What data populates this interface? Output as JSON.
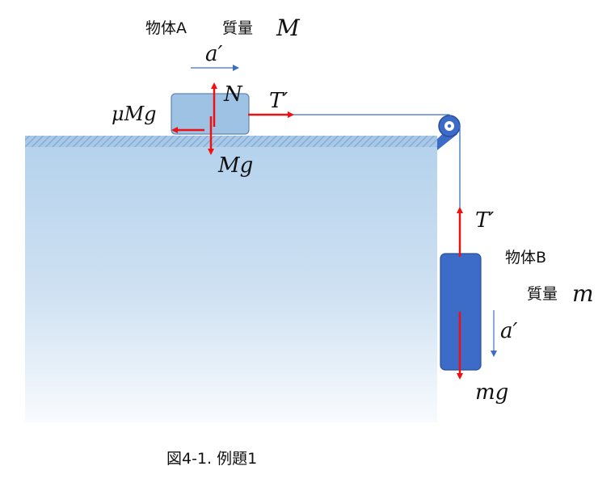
{
  "labels": {
    "object_a": "物体A",
    "mass_word_a": "質量",
    "mass_a": "M",
    "acc_a": "a′",
    "normal": "N",
    "tension_a": "T′",
    "friction": "μMg",
    "weight_a": "Mg",
    "tension_b": "T′",
    "object_b": "物体B",
    "mass_word_b": "質量",
    "mass_b": "m",
    "acc_b": "a′",
    "weight_b": "mg",
    "caption": "図4-1.  例題1"
  },
  "colors": {
    "force_arrow": "#ee1111",
    "acc_arrow": "#3a6fbf",
    "block_a_fill": "#9ec2e4",
    "block_b_fill": "#3d6bc8",
    "table_top": "#b3d1ec",
    "table_bottom": "#ffffff",
    "string": "#3a6fbf"
  }
}
